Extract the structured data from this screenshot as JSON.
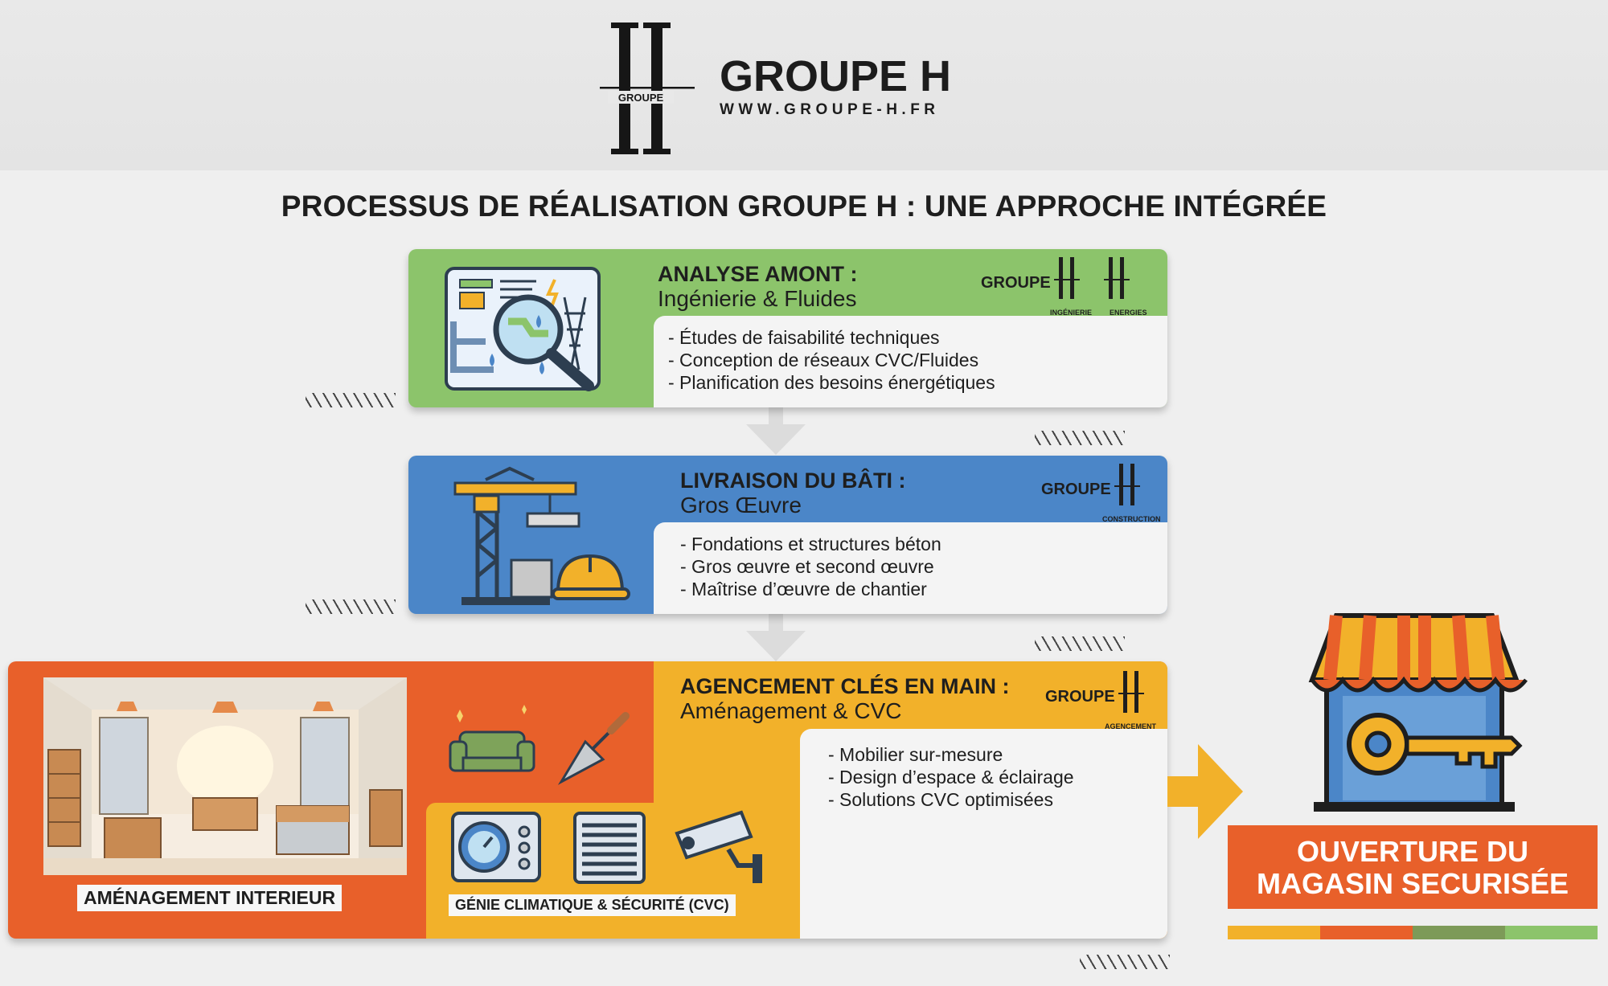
{
  "header": {
    "brand_name": "GROUPE H",
    "brand_url": "WWW.GROUPE-H.FR",
    "logo_word": "GROUPE"
  },
  "title": "PROCESSUS DE RÉALISATION GROUPE H : UNE APPROCHE INTÉGRÉE",
  "steps": [
    {
      "title": "ANALYSE AMONT :",
      "subtitle": "Ingénierie & Fluides",
      "color": "#8cc46b",
      "logo_word": "GROUPE",
      "logo_tags": [
        "INGÉNIERIE",
        "ENERGIES"
      ],
      "bullets": [
        "- Études de faisabilité techniques",
        "- Conception de réseaux CVC/Fluides",
        "- Planification des besoins énergétiques"
      ],
      "icon": "blueprint-magnifier-icon"
    },
    {
      "title": "LIVRAISON DU BÂTI :",
      "subtitle": "Gros Œuvre",
      "color": "#4b86c8",
      "logo_word": "GROUPE",
      "logo_tags": [
        "CONSTRUCTION"
      ],
      "bullets": [
        "- Fondations et structures béton",
        "- Gros œuvre et second œuvre",
        "- Maîtrise d’œuvre de chantier"
      ],
      "icon": "crane-helmet-icon"
    },
    {
      "title": "AGENCEMENT CLÉS EN MAIN :",
      "subtitle": "Aménagement & CVC",
      "color": "#f2b12a",
      "accent": "#e8602a",
      "logo_word": "GROUPE",
      "logo_tags": [
        "AGENCEMENT"
      ],
      "bullets": [
        "- Mobilier sur-mesure",
        "- Design d’espace & éclairage",
        "- Solutions CVC optimisées"
      ],
      "panel_labels": {
        "interior": "AMÉNAGEMENT INTERIEUR",
        "hvac": "GÉNIE CLIMATIQUE & SÉCURITÉ (CVC)"
      }
    }
  ],
  "outcome": {
    "label": "OUVERTURE DU MAGASIN SECURISÉE",
    "bar_colors": [
      "#f2b12a",
      "#e8602a",
      "#7d9a58",
      "#8cc46b"
    ]
  }
}
